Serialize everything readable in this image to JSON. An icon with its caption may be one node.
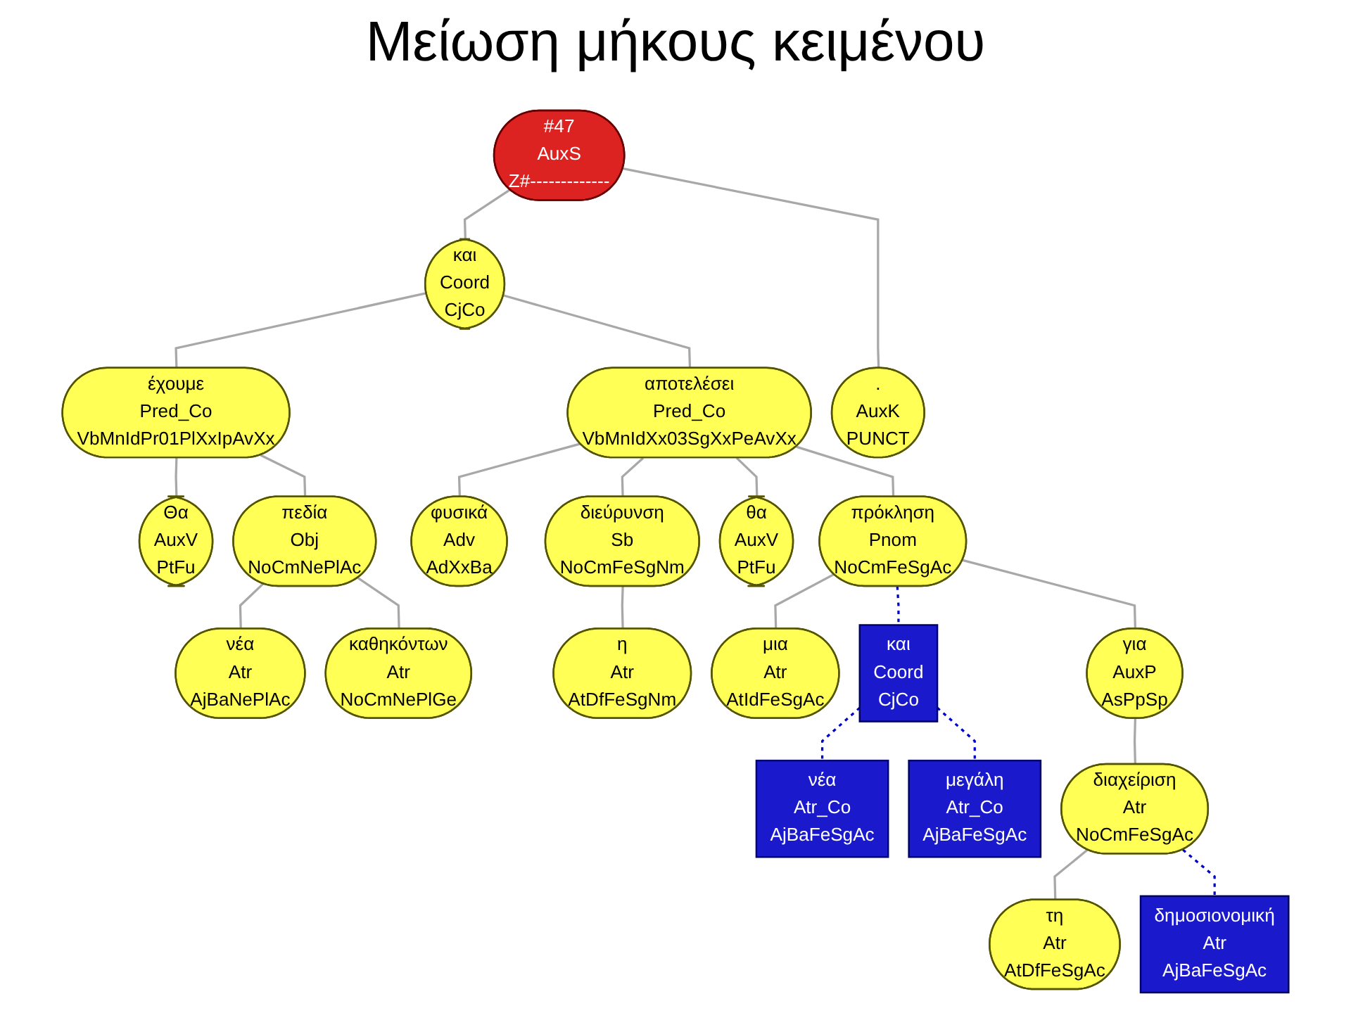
{
  "diagram": {
    "title": "Μείωση μήκους κειμένου",
    "nodes": [
      {
        "text": [
          "#47",
          "AuxS",
          "Z#-------------"
        ]
      },
      {
        "text": [
          "και",
          "Coord",
          "CjCo"
        ]
      },
      {
        "text": [
          ".",
          "AuxK",
          "PUNCT"
        ]
      },
      {
        "text": [
          "έχουμε",
          "Pred_Co",
          "VbMnIdPr01PlXxIpAvXx"
        ]
      },
      {
        "text": [
          "αποτελέσει",
          "Pred_Co",
          "VbMnIdXx03SgXxPeAvXx"
        ]
      },
      {
        "text": [
          "Θα",
          "AuxV",
          "PtFu"
        ]
      },
      {
        "text": [
          "πεδία",
          "Obj",
          "NoCmNePlAc"
        ]
      },
      {
        "text": [
          "φυσικά",
          "Adv",
          "AdXxBa"
        ]
      },
      {
        "text": [
          "διεύρυνση",
          "Sb",
          "NoCmFeSgNm"
        ]
      },
      {
        "text": [
          "θα",
          "AuxV",
          "PtFu"
        ]
      },
      {
        "text": [
          "πρόκληση",
          "Pnom",
          "NoCmFeSgAc"
        ]
      },
      {
        "text": [
          "νέα",
          "Atr",
          "AjBaNePlAc"
        ]
      },
      {
        "text": [
          "καθηκόντων",
          "Atr",
          "NoCmNePlGe"
        ]
      },
      {
        "text": [
          "η",
          "Atr",
          "AtDfFeSgNm"
        ]
      },
      {
        "text": [
          "μια",
          "Atr",
          "AtIdFeSgAc"
        ]
      },
      {
        "text": [
          "και",
          "Coord",
          "CjCo"
        ]
      },
      {
        "text": [
          "για",
          "AuxP",
          "AsPpSp"
        ]
      },
      {
        "text": [
          "νέα",
          "Atr_Co",
          "AjBaFeSgAc"
        ]
      },
      {
        "text": [
          "μεγάλη",
          "Atr_Co",
          "AjBaFeSgAc"
        ]
      },
      {
        "text": [
          "διαχείριση",
          "Atr",
          "NoCmFeSgAc"
        ]
      },
      {
        "text": [
          "τη",
          "Atr",
          "AtDfFeSgAc"
        ]
      },
      {
        "text": [
          "δημοσιονομική",
          "Atr",
          "AjBaFeSgAc"
        ]
      }
    ],
    "edges": [
      {
        "from": 0,
        "to": 1,
        "arrow": "none"
      },
      {
        "from": 0,
        "to": 2,
        "arrow": "none"
      },
      {
        "from": 1,
        "to": 3,
        "arrow": "none"
      },
      {
        "from": 1,
        "to": 4,
        "arrow": "none"
      },
      {
        "from": 3,
        "to": 5,
        "arrow": "none"
      },
      {
        "from": 3,
        "to": 6,
        "arrow": "none"
      },
      {
        "from": 4,
        "to": 7,
        "arrow": "none"
      },
      {
        "from": 4,
        "to": 8,
        "arrow": "none"
      },
      {
        "from": 4,
        "to": 9,
        "arrow": "none"
      },
      {
        "from": 4,
        "to": 10,
        "arrow": "none"
      },
      {
        "from": 6,
        "to": 11,
        "arrow": "none"
      },
      {
        "from": 6,
        "to": 12,
        "arrow": "none"
      },
      {
        "from": 8,
        "to": 13,
        "arrow": "none"
      },
      {
        "from": 10,
        "to": 14,
        "arrow": "none"
      },
      {
        "from": 10,
        "to": 15,
        "arrow": "none",
        "style": "dashed",
        "color": "#0000cc"
      },
      {
        "from": 10,
        "to": 16,
        "arrow": "none"
      },
      {
        "from": 15,
        "to": 17,
        "arrow": "none",
        "style": "dashed",
        "color": "#0000cc"
      },
      {
        "from": 15,
        "to": 18,
        "arrow": "none",
        "style": "dashed",
        "color": "#0000cc"
      },
      {
        "from": 16,
        "to": 19,
        "arrow": "none"
      },
      {
        "from": 19,
        "to": 20,
        "arrow": "none"
      },
      {
        "from": 19,
        "to": 21,
        "arrow": "none",
        "style": "dashed",
        "color": "#0000cc"
      }
    ]
  }
}
